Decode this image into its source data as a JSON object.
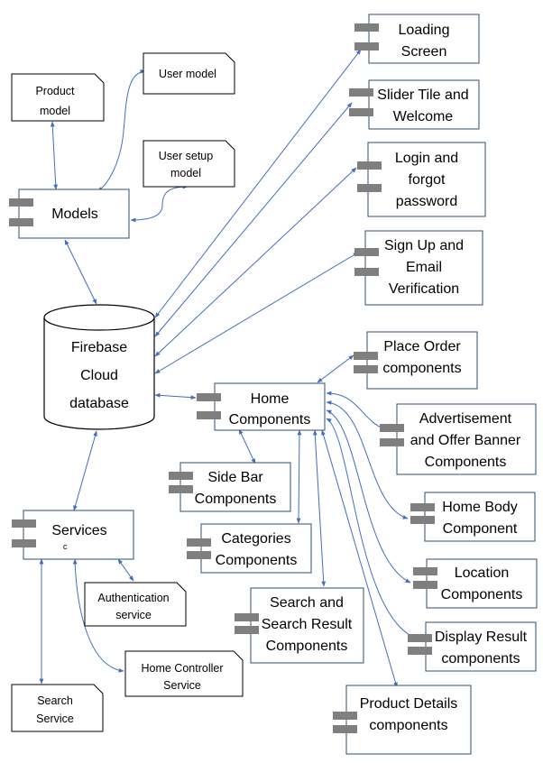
{
  "diagram": {
    "database": {
      "lines": [
        "Firebase",
        "Cloud",
        "database"
      ]
    },
    "models": {
      "lines": [
        "Models"
      ]
    },
    "services": {
      "lines": [
        "Services"
      ],
      "marker": "c"
    },
    "home_components": {
      "lines": [
        "Home",
        "Components"
      ]
    },
    "product_model": {
      "lines": [
        "Product",
        "model"
      ]
    },
    "user_model": {
      "lines": [
        "User model"
      ]
    },
    "user_setup_model": {
      "lines": [
        "User setup",
        "model"
      ]
    },
    "authentication_service": {
      "lines": [
        "Authentication",
        "service"
      ]
    },
    "home_controller_service": {
      "lines": [
        "Home Controller",
        "Service"
      ]
    },
    "search_service": {
      "lines": [
        "Search",
        "Service"
      ]
    },
    "loading_screen": {
      "lines": [
        "Loading",
        "Screen"
      ]
    },
    "slider_tile": {
      "lines": [
        "Slider Tile and",
        "Welcome"
      ]
    },
    "login": {
      "lines": [
        "Login and",
        "forgot",
        "password"
      ]
    },
    "sign_up": {
      "lines": [
        "Sign Up and",
        "Email",
        "Verification"
      ]
    },
    "place_order": {
      "lines": [
        "Place Order",
        "components"
      ]
    },
    "advertisement": {
      "lines": [
        "Advertisement",
        "and Offer Banner",
        "Components"
      ]
    },
    "side_bar": {
      "lines": [
        "Side Bar",
        "Components"
      ]
    },
    "categories": {
      "lines": [
        "Categories",
        "Components"
      ]
    },
    "home_body": {
      "lines": [
        "Home Body",
        "Component"
      ]
    },
    "location": {
      "lines": [
        "Location",
        "Components"
      ]
    },
    "search_result": {
      "lines": [
        "Search and",
        "Search Result",
        "Components"
      ]
    },
    "display_result": {
      "lines": [
        "Display Result",
        "components"
      ]
    },
    "product_details": {
      "lines": [
        "Product Details",
        "components"
      ]
    }
  }
}
